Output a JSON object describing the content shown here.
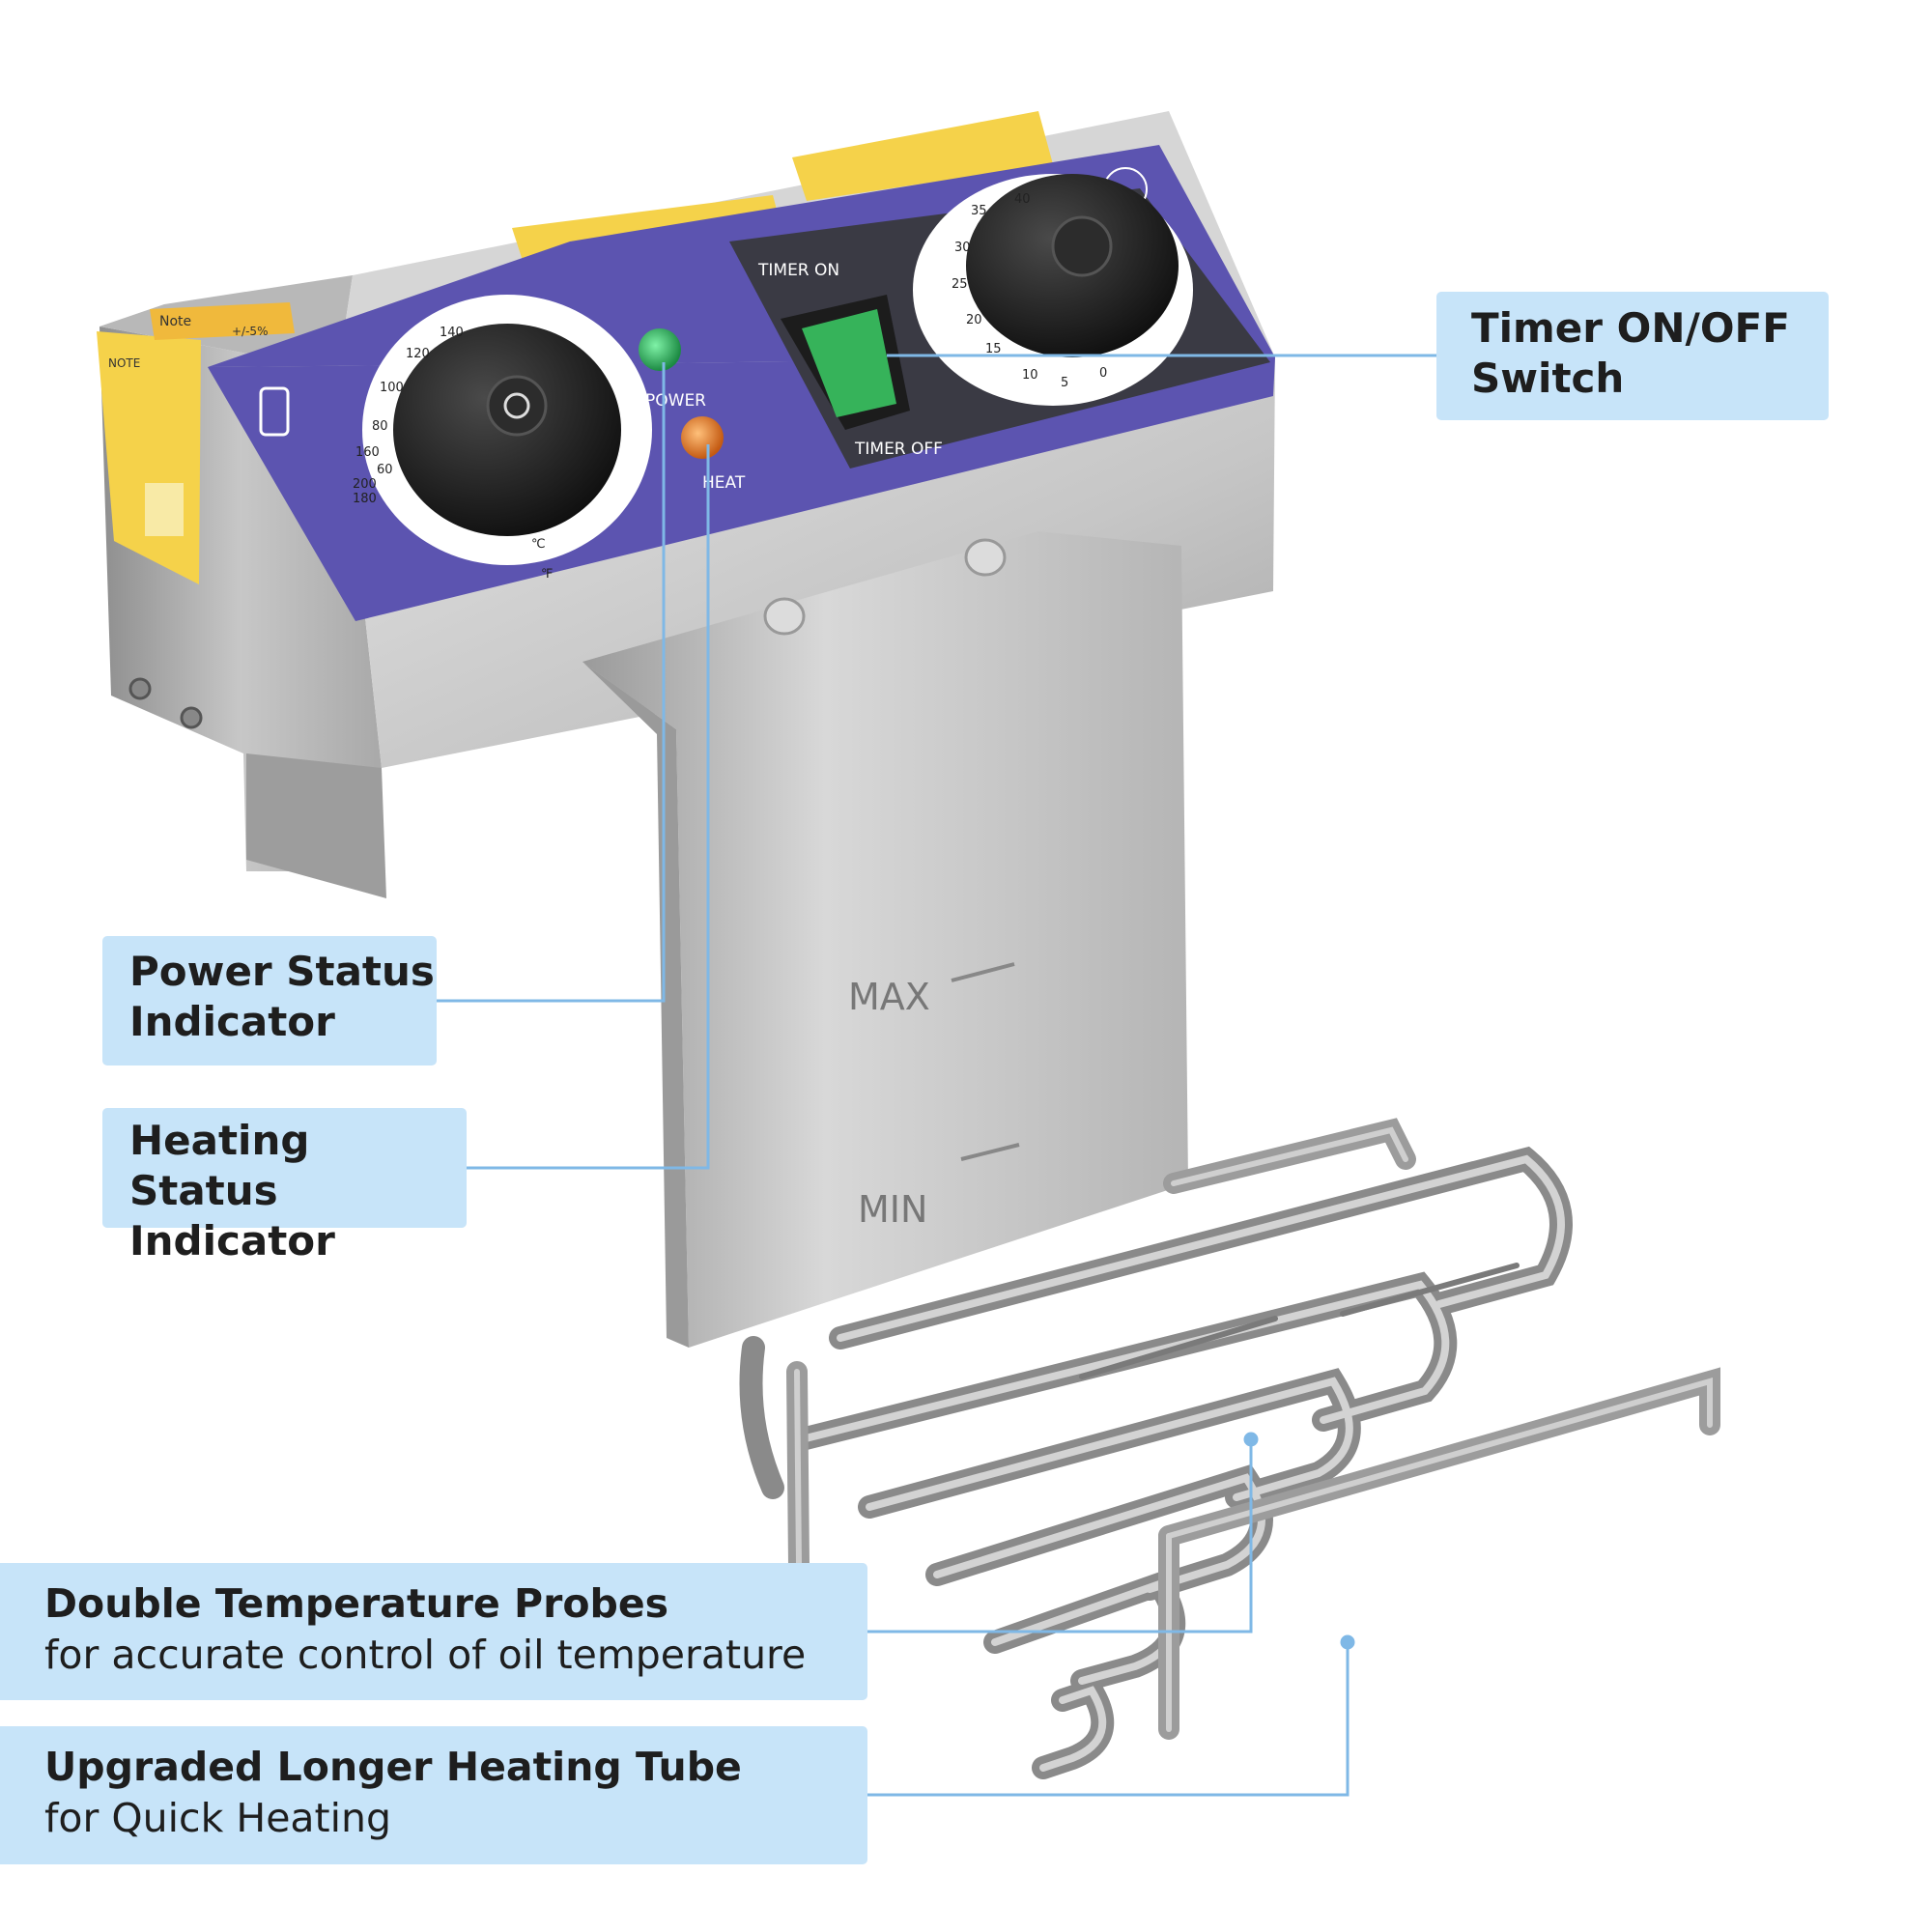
{
  "callouts": {
    "timer_switch": {
      "lines": [
        "Timer ON/OFF",
        "Switch"
      ]
    },
    "power_indicator": {
      "lines": [
        "Power Status",
        "Indicator"
      ]
    },
    "heating_indicator": {
      "lines": [
        "Heating Status",
        "Indicator"
      ]
    },
    "temperature_probes": {
      "title": "Double Temperature Probes",
      "subtitle": "for accurate control of oil temperature"
    },
    "heating_tube": {
      "title": "Upgraded Longer Heating Tube",
      "subtitle": "for Quick Heating"
    }
  },
  "device": {
    "power_label": "POWER",
    "heat_label": "HEAT",
    "timer_on_label": "TIMER ON",
    "timer_off_label": "TIMER OFF",
    "max_mark": "MAX",
    "min_mark": "MIN",
    "note_label": "NOTE",
    "note_sticker": "Note",
    "tolerance_text": "+/-5%",
    "celsius_symbol": "℃",
    "fahrenheit_symbol": "℉",
    "thermostat_scale": [
      "60",
      "80",
      "100",
      "120",
      "140",
      "160",
      "180",
      "200"
    ],
    "timer_scale": [
      "0",
      "5",
      "10",
      "15",
      "20",
      "25",
      "30",
      "35",
      "40"
    ]
  },
  "colors": {
    "callout_fill": "#c7e4f9",
    "leader_line": "#7fb8e6",
    "control_panel": "#5c54b0",
    "stainless": "#c9c9c9",
    "power_lamp": "#2fa85a",
    "heat_lamp": "#e57a2a",
    "rocker_switch": "#36b35a",
    "warning_label": "#f5d24a"
  }
}
